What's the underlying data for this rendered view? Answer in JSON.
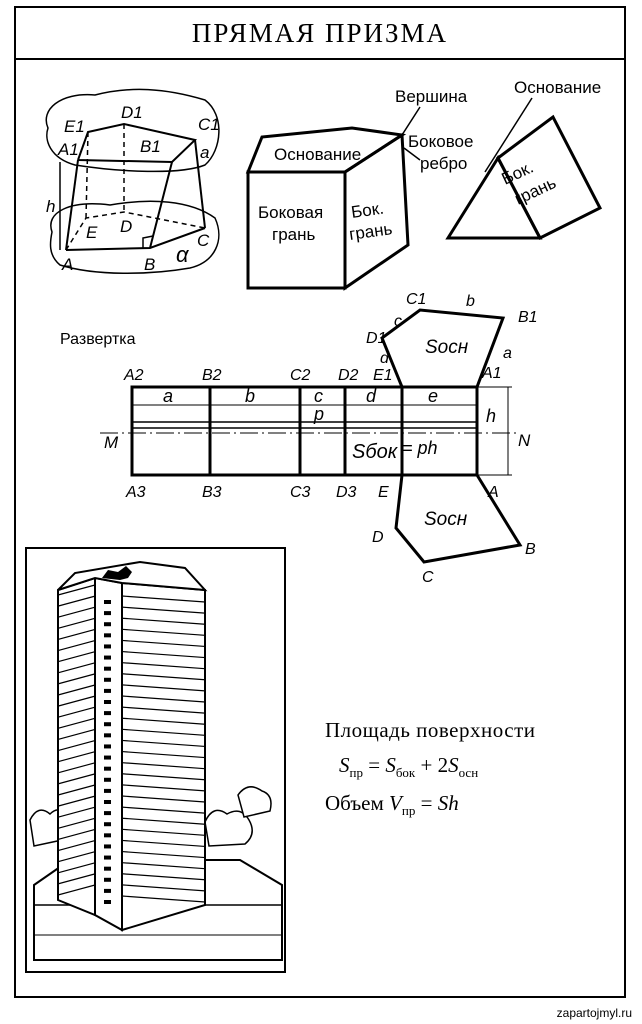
{
  "title": "ПРЯМАЯ ПРИЗМА",
  "prism_labels": {
    "D1": "D1",
    "E1": "E1",
    "C1": "C1",
    "A1": "A1",
    "B1": "B1",
    "h": "h",
    "E": "E",
    "D": "D",
    "A": "A",
    "B": "B",
    "C": "C",
    "alpha": "α",
    "a1": "a"
  },
  "box_labels": {
    "vertex": "Вершина",
    "base": "Основание",
    "lateral_edge_1": "Боковое",
    "lateral_edge_2": "ребро",
    "lateral_face_1": "Боковая",
    "lateral_face_2": "грань",
    "side_face_1": "Бок.",
    "side_face_2": "грань"
  },
  "tri_labels": {
    "base": "Основание",
    "side_face_1": "Бок.",
    "side_face_2": "грань"
  },
  "net": {
    "caption": "Развертка",
    "top": [
      "A2",
      "B2",
      "C2",
      "D2",
      "E1",
      "A1"
    ],
    "bottom": [
      "A3",
      "B3",
      "C3",
      "D3",
      "E",
      "A"
    ],
    "segments": [
      "a",
      "b",
      "c",
      "d",
      "e"
    ],
    "p": "p",
    "h": "h",
    "M": "M",
    "N": "N",
    "s_lat": "Sбок",
    "s_lat_eq": "= ph",
    "top_poly": {
      "C1": "C1",
      "b": "b",
      "B1": "B1",
      "D1": "D1",
      "c": "c",
      "d": "d",
      "a": "a",
      "s": "Sосн"
    },
    "bottom_poly": {
      "D": "D",
      "C": "C",
      "B": "B",
      "s": "Sосн"
    }
  },
  "formulas": {
    "heading": "Площадь поверхности",
    "s_main": "S",
    "s_sub": "пр",
    "eq": " = ",
    "s2_main": "S",
    "s2_sub": "бок",
    "plus": " + 2",
    "s3_main": "S",
    "s3_sub": "осн",
    "vol_word": "Объем ",
    "v_main": "V",
    "v_sub": "пр",
    "v_eq": " = ",
    "v_rhs": "Sh"
  },
  "watermark": "zapartojmyl.ru"
}
